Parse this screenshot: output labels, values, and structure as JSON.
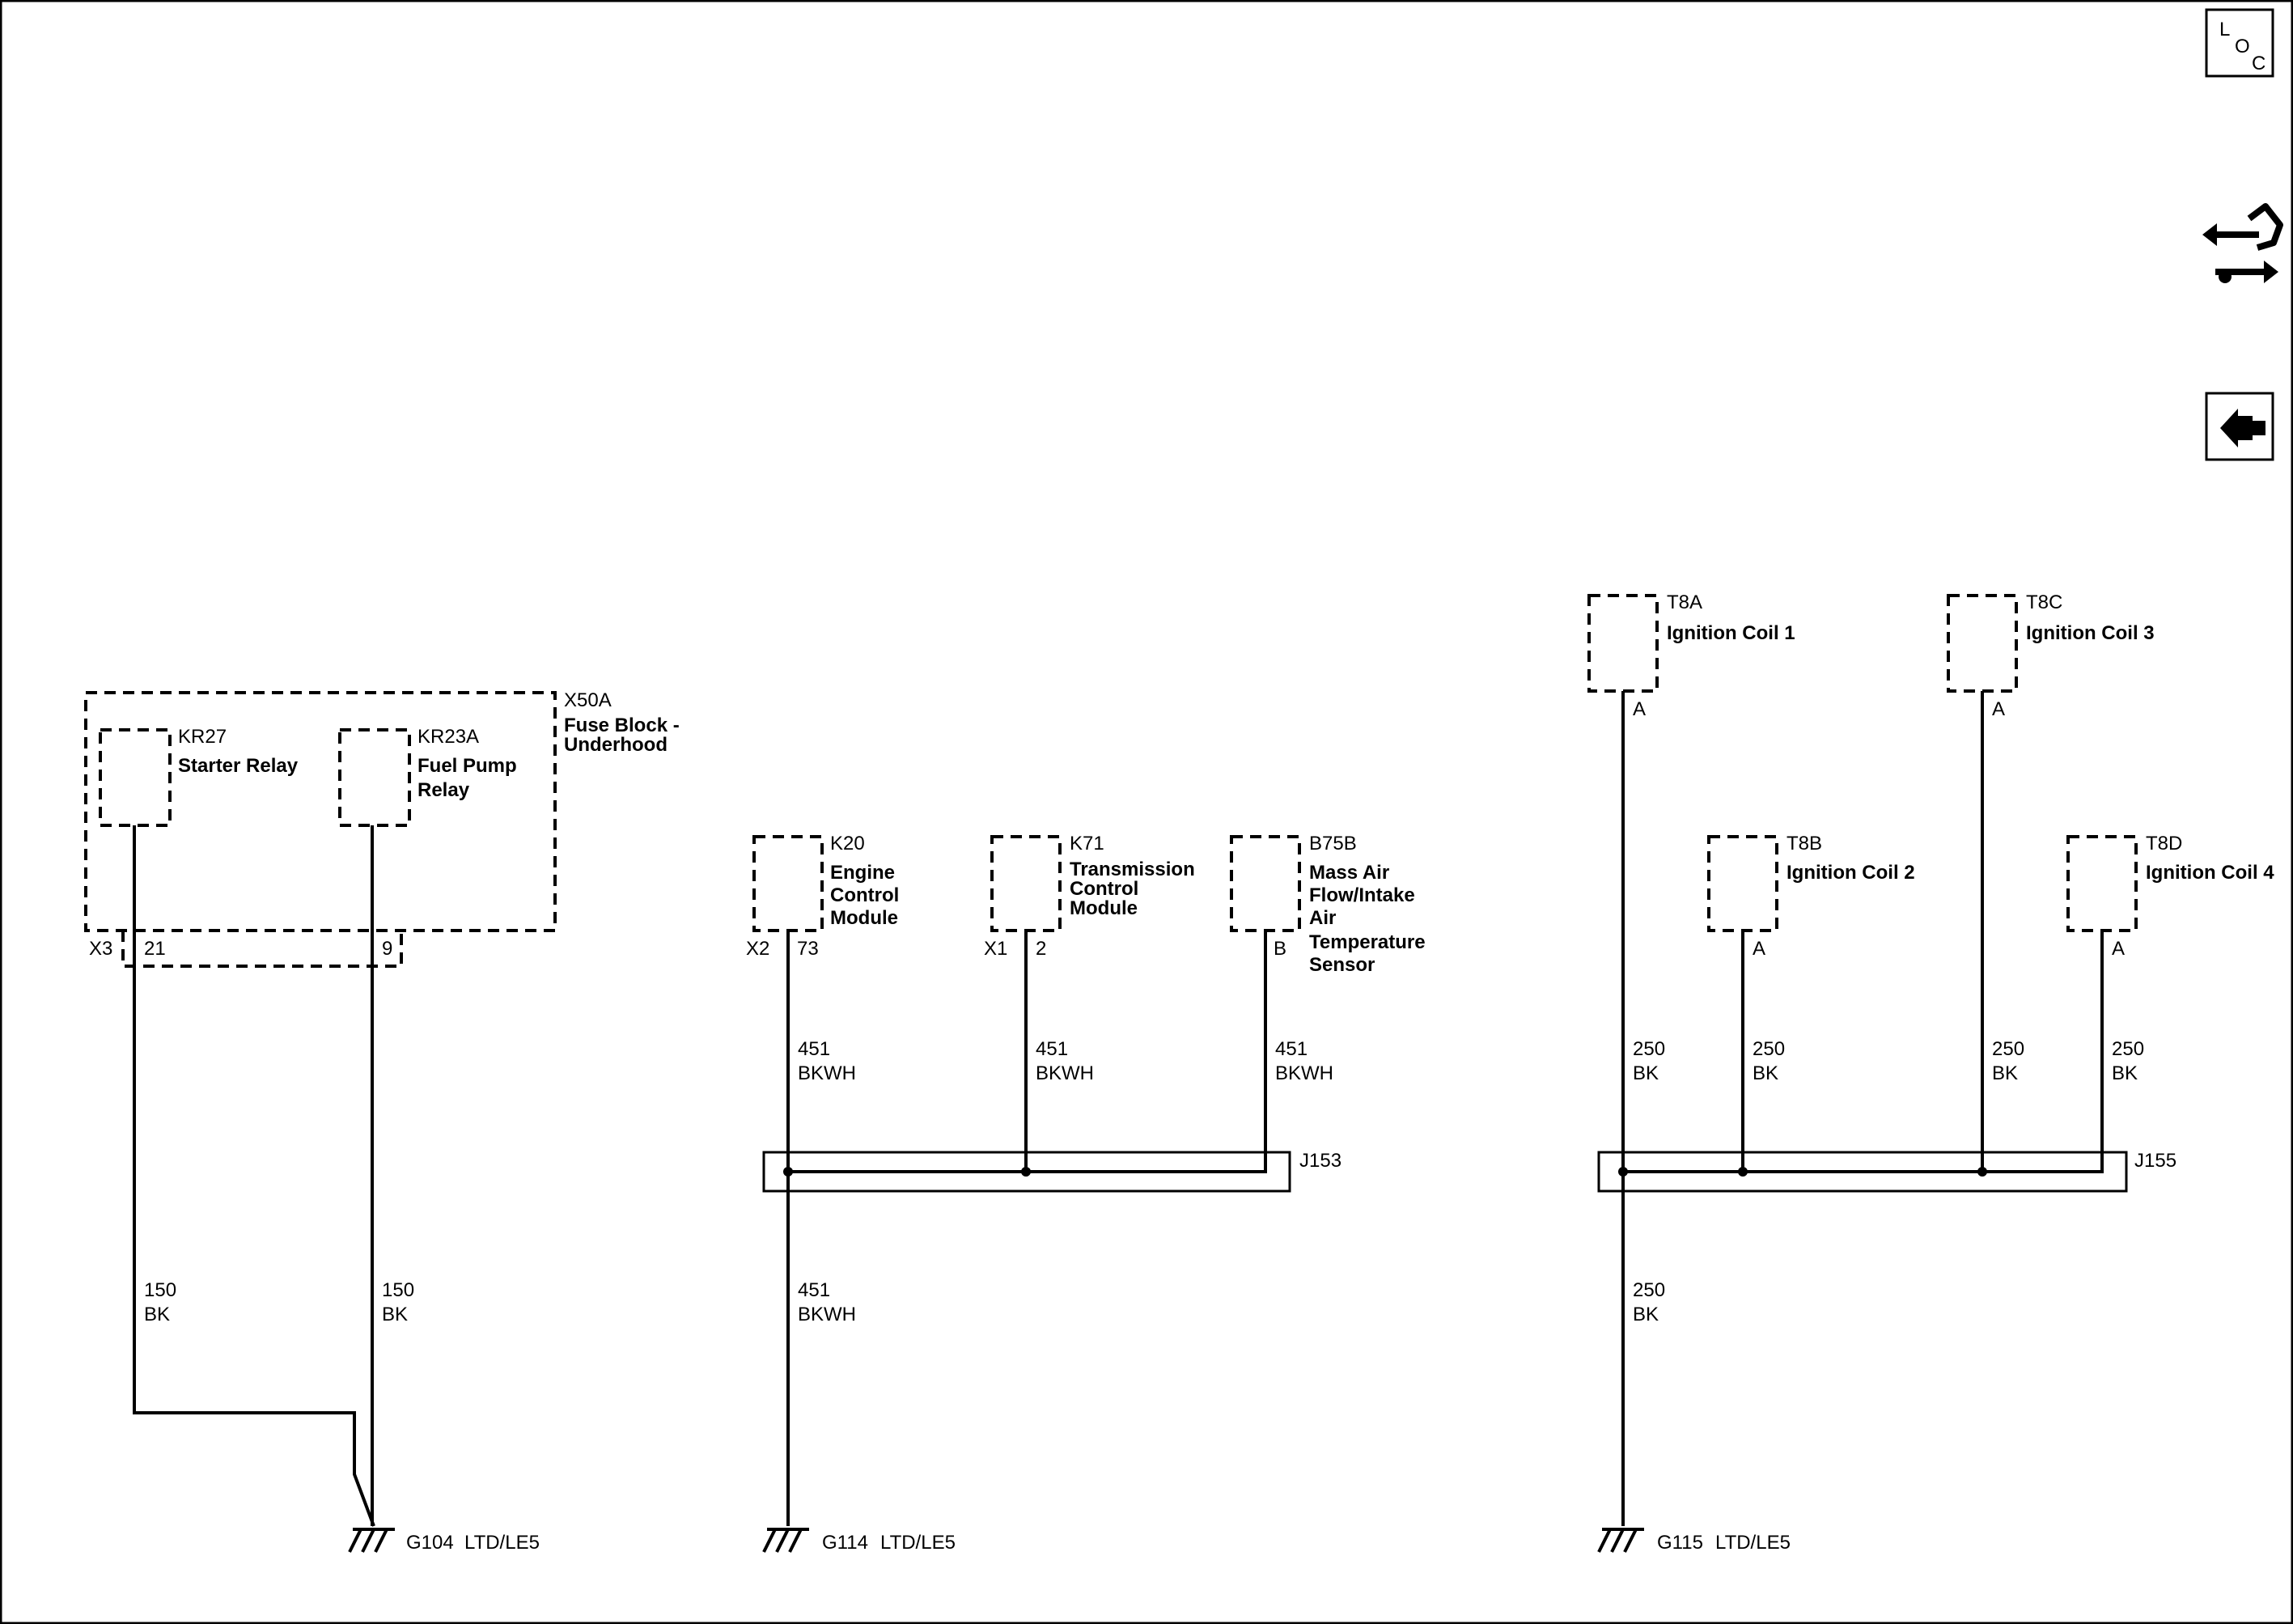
{
  "fuse_block": {
    "id": "X50A",
    "name_line1": "Fuse Block -",
    "name_line2": "Underhood",
    "connector": "X3"
  },
  "relays": [
    {
      "id": "KR27",
      "line1": "Starter Relay",
      "line2": "",
      "pin": "21",
      "wire_gauge": "150",
      "wire_color": "BK"
    },
    {
      "id": "KR23A",
      "line1": "Fuel Pump",
      "line2": "Relay",
      "pin": "9",
      "wire_gauge": "150",
      "wire_color": "BK"
    }
  ],
  "ground_g104": {
    "id": "G104",
    "option": "LTD/LE5"
  },
  "modules": [
    {
      "id": "K20",
      "line1": "Engine",
      "line2": "Control",
      "line3": "Module",
      "line4": "",
      "line5": "",
      "connector": "X2",
      "pin": "73",
      "wire_gauge": "451",
      "wire_color": "BKWH"
    },
    {
      "id": "K71",
      "line1": "Transmission",
      "line2": "Control",
      "line3": "Module",
      "line4": "",
      "line5": "",
      "connector": "X1",
      "pin": "2",
      "wire_gauge": "451",
      "wire_color": "BKWH"
    },
    {
      "id": "B75B",
      "line1": "Mass Air",
      "line2": "Flow/Intake",
      "line3": "Air",
      "line4": "Temperature",
      "line5": "Sensor",
      "connector": "",
      "pin": "B",
      "wire_gauge": "451",
      "wire_color": "BKWH"
    }
  ],
  "splice_j153": {
    "id": "J153",
    "out_gauge": "451",
    "out_color": "BKWH"
  },
  "ground_g114": {
    "id": "G114",
    "option": "LTD/LE5"
  },
  "coils": [
    {
      "id": "T8A",
      "name": "Ignition Coil 1",
      "pin": "A",
      "wire_gauge": "250",
      "wire_color": "BK"
    },
    {
      "id": "T8B",
      "name": "Ignition Coil 2",
      "pin": "A",
      "wire_gauge": "250",
      "wire_color": "BK"
    },
    {
      "id": "T8C",
      "name": "Ignition Coil 3",
      "pin": "A",
      "wire_gauge": "250",
      "wire_color": "BK"
    },
    {
      "id": "T8D",
      "name": "Ignition Coil 4",
      "pin": "A",
      "wire_gauge": "250",
      "wire_color": "BK"
    }
  ],
  "splice_j155": {
    "id": "J155",
    "out_gauge": "250",
    "out_color": "BK"
  },
  "ground_g115": {
    "id": "G115",
    "option": "LTD/LE5"
  },
  "nav": {
    "loc_letter1": "L",
    "loc_letter2": "O",
    "loc_letter3": "C",
    "loc_icon": "loc-icon",
    "connector_icon": "connector-view-icon",
    "back_icon": "back-arrow-icon"
  }
}
